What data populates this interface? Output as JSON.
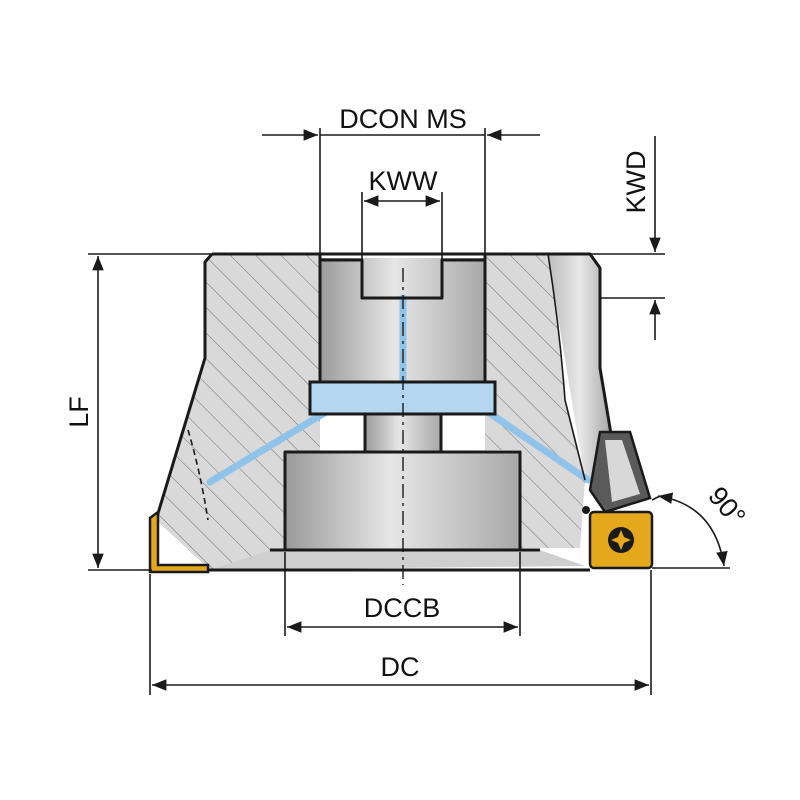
{
  "labels": {
    "dcon": "DCON MS",
    "kww": "KWW",
    "kwd": "KWD",
    "lf": "LF",
    "dccb": "DCCB",
    "dc": "DC",
    "angle": "90°"
  },
  "colors": {
    "body_fill": "#dcdcdc",
    "bore_fill": "#c9c9c9",
    "coolant": "#8fc3ea",
    "insert": "#e3a81b",
    "screw": "#1a1a1a",
    "line": "#1a1a1a"
  }
}
